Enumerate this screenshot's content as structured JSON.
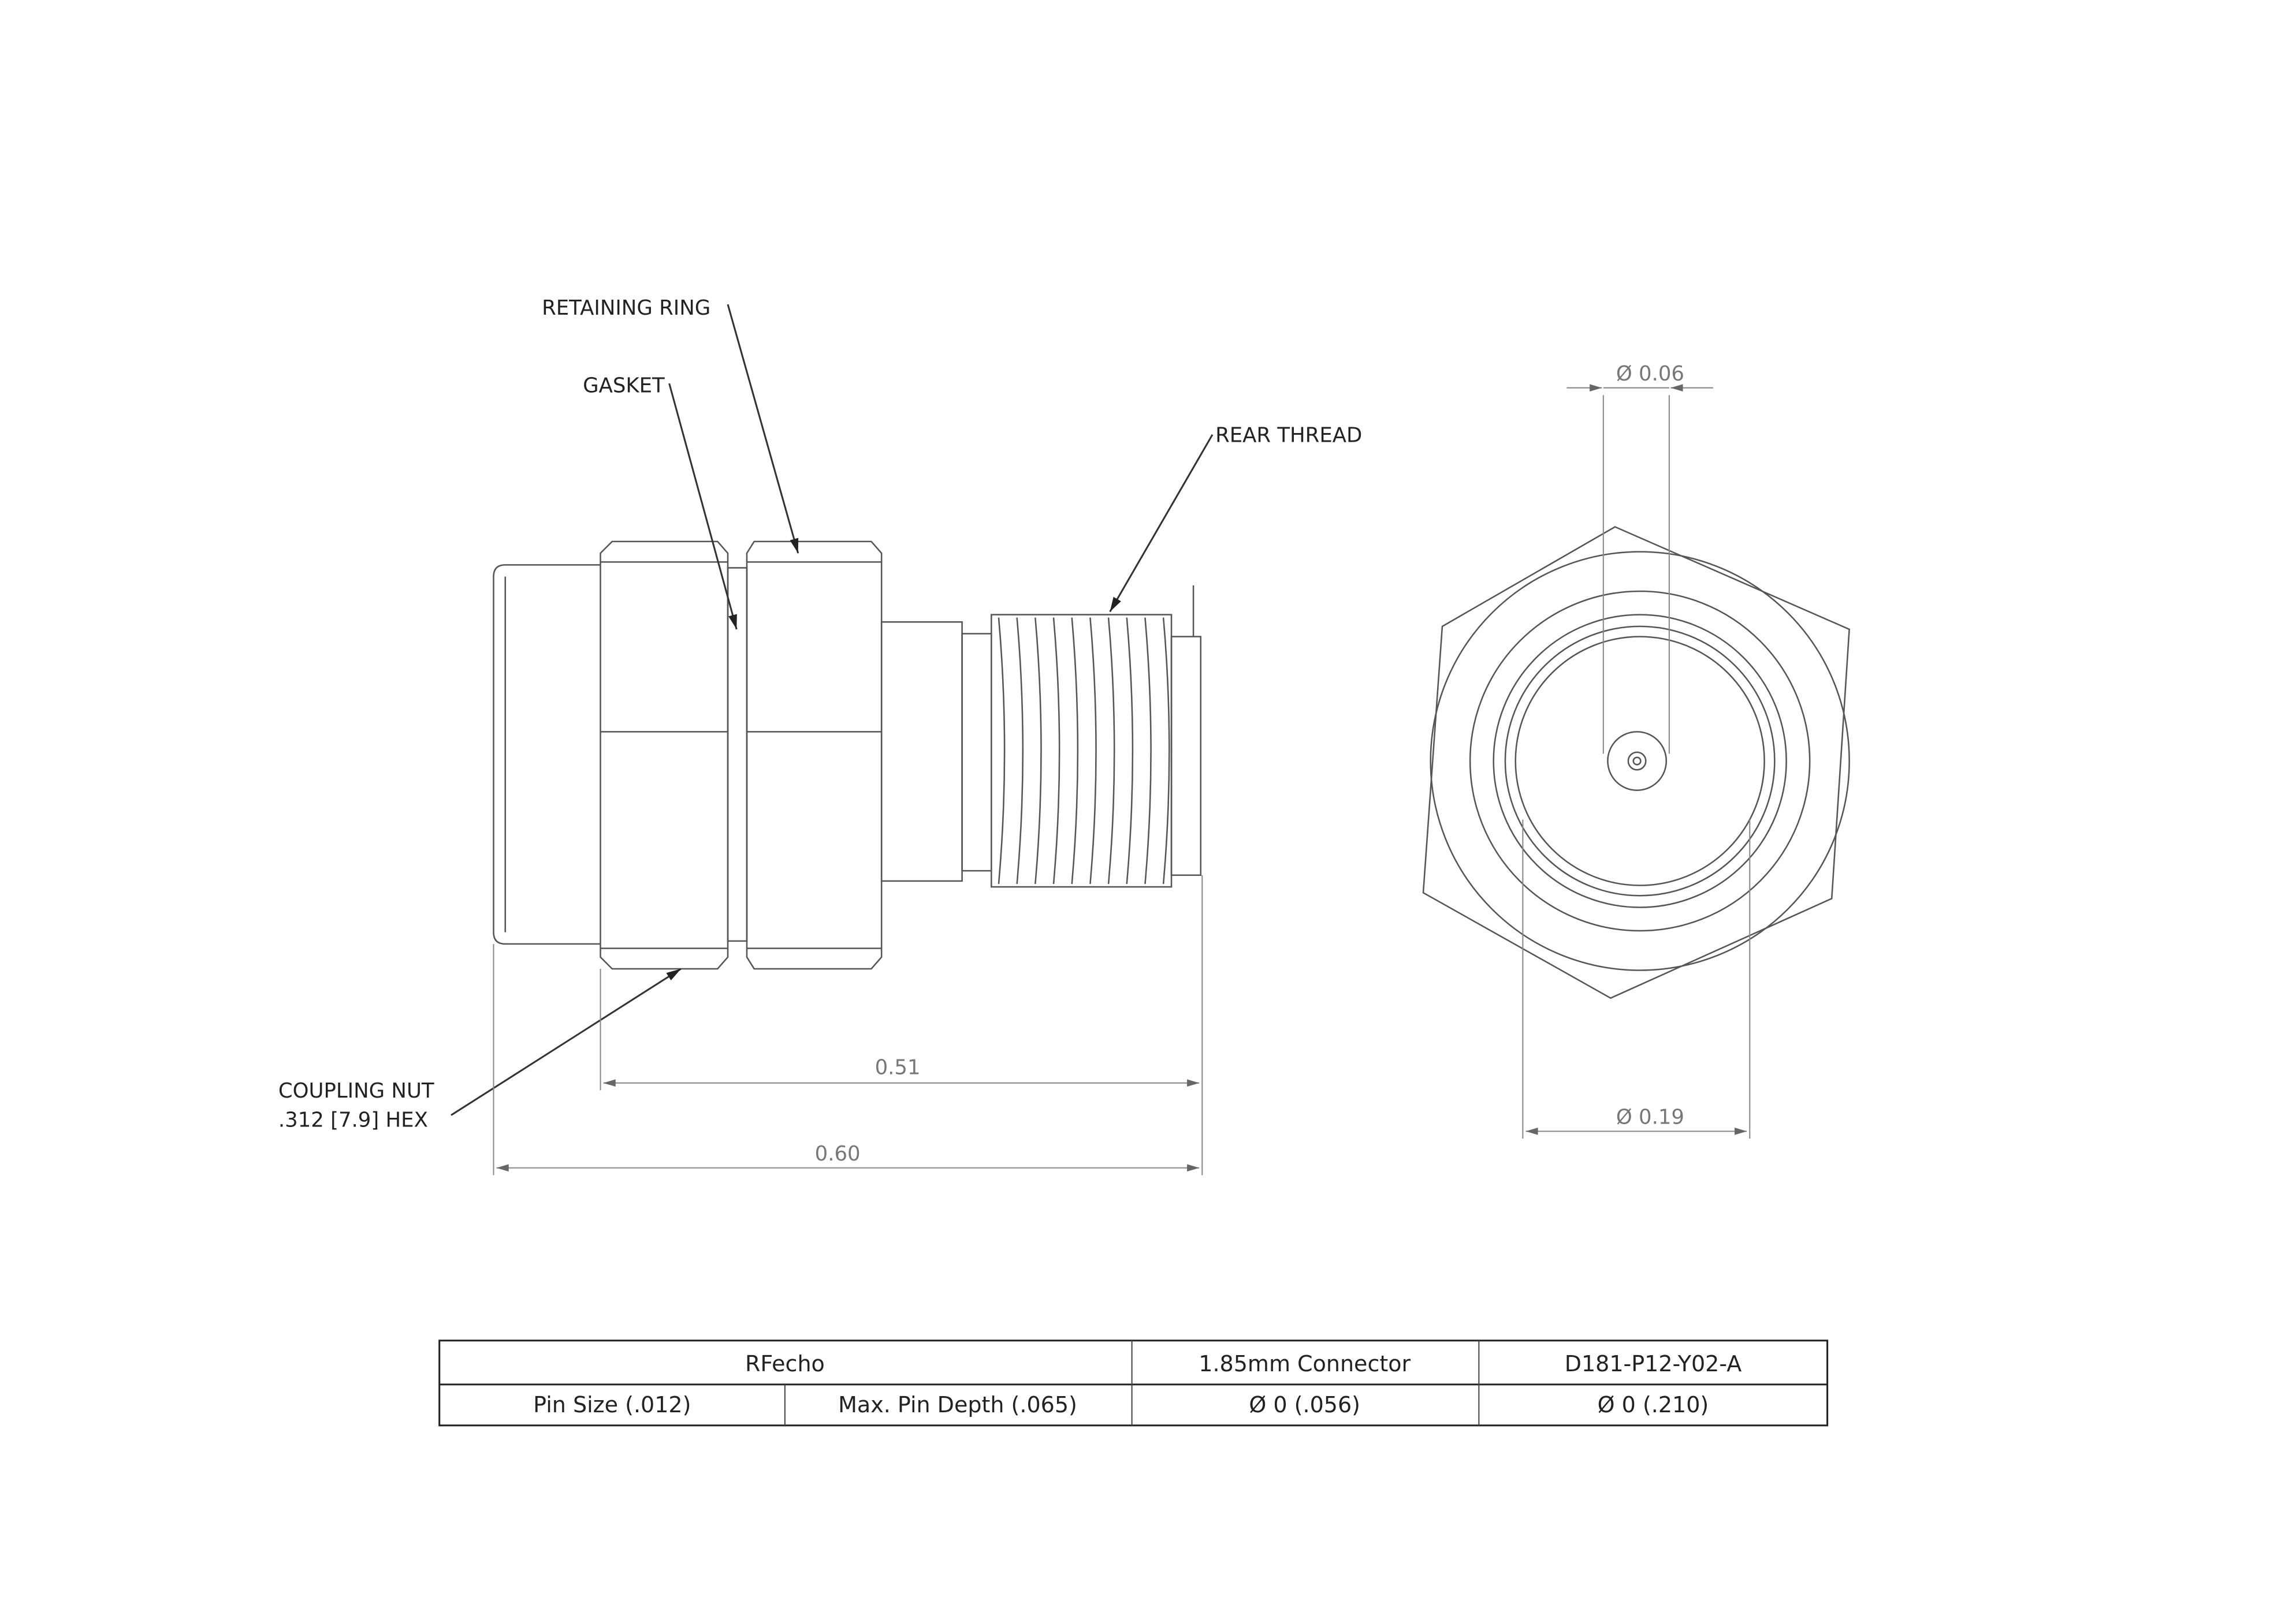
{
  "labels": {
    "retaining_ring": "RETAINING RING",
    "gasket": "GASKET",
    "rear_thread": "REAR THREAD",
    "coupling_nut_line1": "COUPLING NUT",
    "coupling_nut_line2": ".312 [7.9] HEX"
  },
  "dimensions": {
    "length_hex_to_end": "0.51",
    "overall_length": "0.60",
    "pin_diameter": "Ø 0.06",
    "inner_diameter": "Ø 0.19"
  },
  "title_block": {
    "company": "RFecho",
    "description": "1.85mm Connector",
    "part_number": "D181-P12-Y02-A",
    "pin_size": "Pin Size (.012)",
    "max_pin_depth": "Max. Pin Depth (.065)",
    "diameter_1": "Ø 0 (.056)",
    "diameter_2": "Ø 0 (.210)"
  }
}
